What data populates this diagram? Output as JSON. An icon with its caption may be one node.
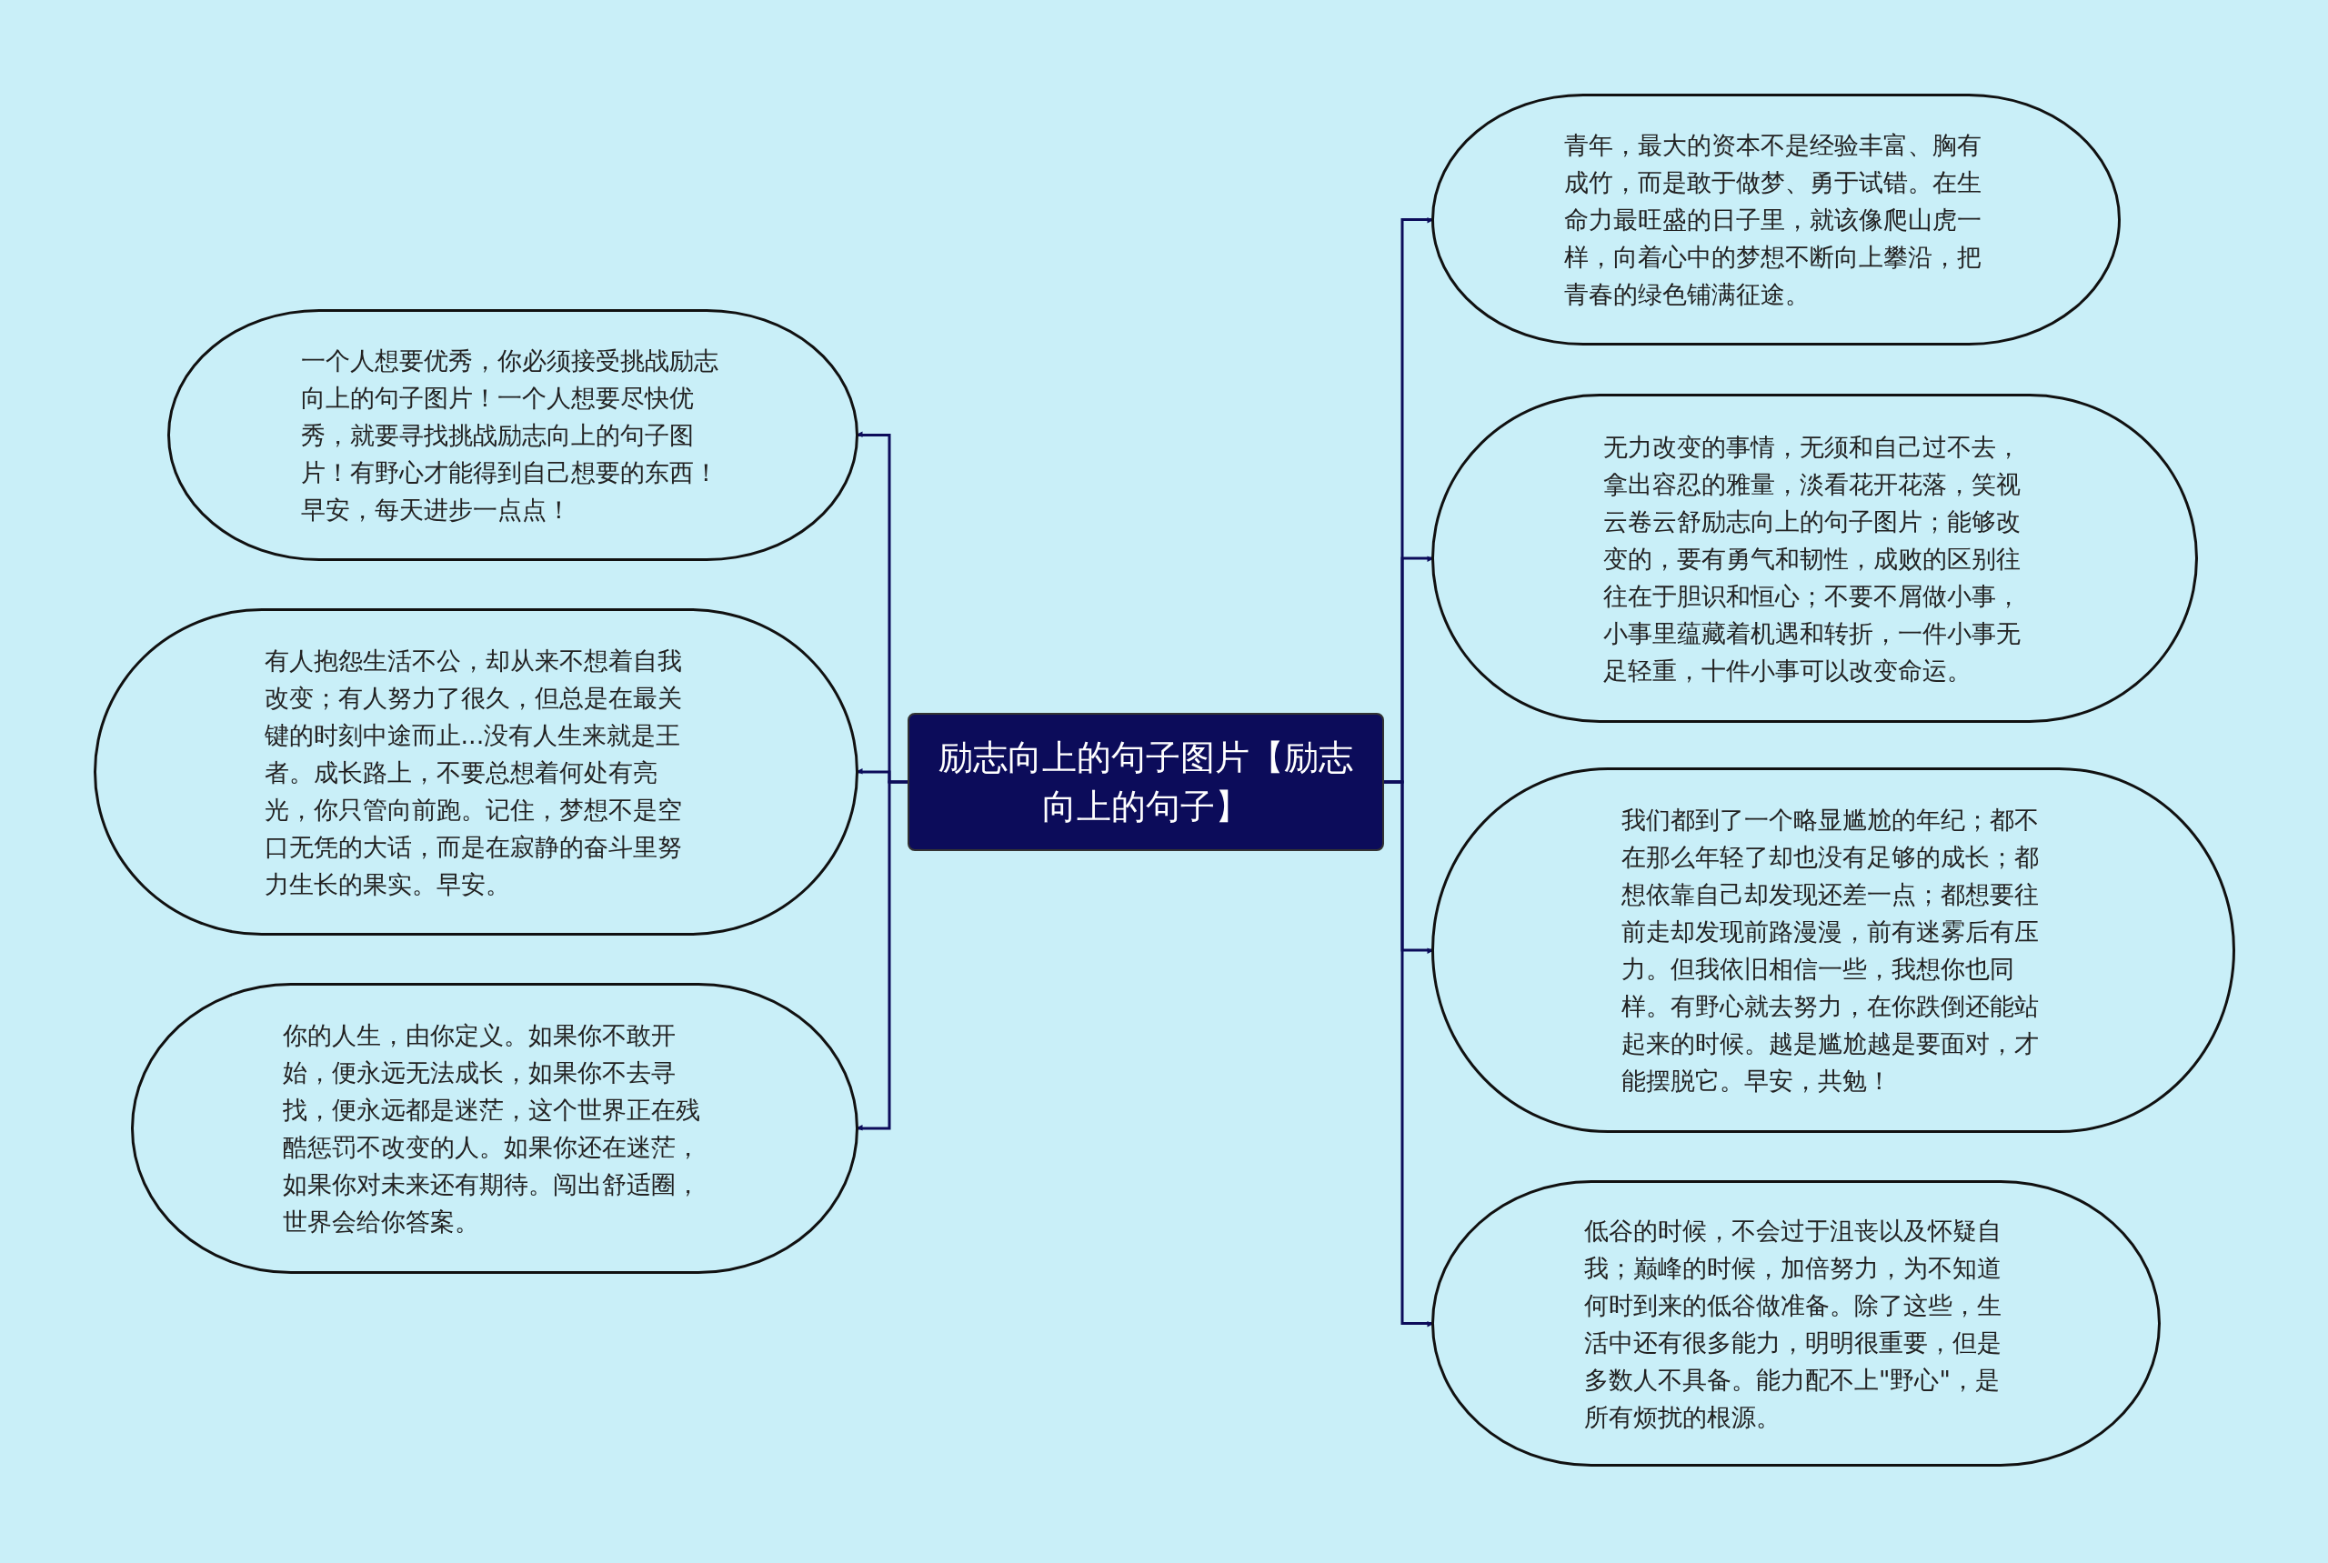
{
  "diagram": {
    "nodes": [
      {
        "text": [
          "励志向上的句子图片【励志向上的句子】"
        ]
      },
      {
        "text": [
          "一个人想要优秀，你必须接受挑战励志向上的句子图片！一个人想要尽快优秀，就要寻找挑战励志向上的句子图片！有野心才能得到自己想要的东西！早安，每天进步一点点！"
        ]
      },
      {
        "text": [
          "有人抱怨生活不公，却从来不想着自我改变；有人努力了很久，但总是在最关键的时刻中途而止...没有人生来就是王者。成长路上，不要总想着何处有亮光，你只管向前跑。记住，梦想不是空口无凭的大话，而是在寂静的奋斗里努力生长的果实。早安。"
        ]
      },
      {
        "text": [
          "你的人生，由你定义。如果你不敢开始，便永远无法成长，如果你不去寻找，便永远都是迷茫，这个世界正在残酷惩罚不改变的人。如果你还在迷茫，如果你对未来还有期待。闯出舒适圈，世界会给你答案。"
        ]
      },
      {
        "text": [
          "青年，最大的资本不是经验丰富、胸有成竹，而是敢于做梦、勇于试错。在生命力最旺盛的日子里，就该像爬山虎一样，向着心中的梦想不断向上攀沿，把青春的绿色铺满征途。"
        ]
      },
      {
        "text": [
          "无力改变的事情，无须和自己过不去，拿出容忍的雅量，淡看花开花落，笑视云卷云舒励志向上的句子图片；能够改变的，要有勇气和韧性，成败的区别往往在于胆识和恒心；不要不屑做小事，小事里蕴藏着机遇和转折，一件小事无足轻重，十件小事可以改变命运。"
        ]
      },
      {
        "text": [
          "我们都到了一个略显尴尬的年纪；都不在那么年轻了却也没有足够的成长；都想依靠自己却发现还差一点；都想要往前走却发现前路漫漫，前有迷雾后有压力。但我依旧相信一些，我想你也同样。有野心就去努力，在你跌倒还能站起来的时候。越是尴尬越是要面对，才能摆脱它。早安，共勉！"
        ]
      },
      {
        "text": [
          "低谷的时候，不会过于沮丧以及怀疑自我；巅峰的时候，加倍努力，为不知道何时到来的低谷做准备。除了这些，生活中还有很多能力，明明很重要，但是多数人不具备。能力配不上\"野心\"，是所有烦扰的根源。"
        ]
      }
    ],
    "edges": [
      {
        "from": 0,
        "to": 1,
        "arrow": "to"
      },
      {
        "from": 0,
        "to": 2,
        "arrow": "to"
      },
      {
        "from": 0,
        "to": 3,
        "arrow": "to"
      },
      {
        "from": 0,
        "to": 4,
        "arrow": "to"
      },
      {
        "from": 0,
        "to": 5,
        "arrow": "to"
      },
      {
        "from": 0,
        "to": 6,
        "arrow": "to"
      },
      {
        "from": 0,
        "to": 7,
        "arrow": "to"
      }
    ]
  }
}
